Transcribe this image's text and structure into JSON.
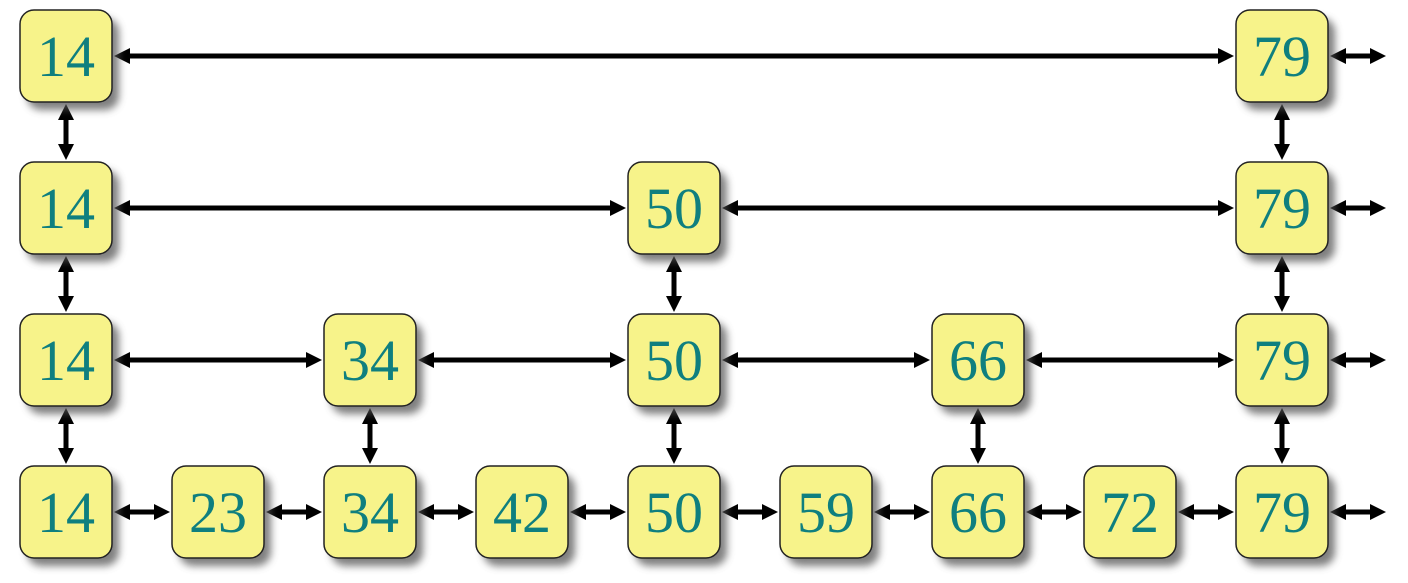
{
  "diagram": {
    "levels": [
      {
        "keys": [
          "14",
          "79"
        ]
      },
      {
        "keys": [
          "14",
          "50",
          "79"
        ]
      },
      {
        "keys": [
          "14",
          "34",
          "50",
          "66",
          "79"
        ]
      },
      {
        "keys": [
          "14",
          "23",
          "34",
          "42",
          "50",
          "59",
          "66",
          "72",
          "79"
        ]
      }
    ],
    "colors": {
      "node_fill": "#f7f38a",
      "node_stroke": "#222222",
      "node_text": "#0f7f7f",
      "shadow": "#555555",
      "arrow": "#000000"
    }
  }
}
